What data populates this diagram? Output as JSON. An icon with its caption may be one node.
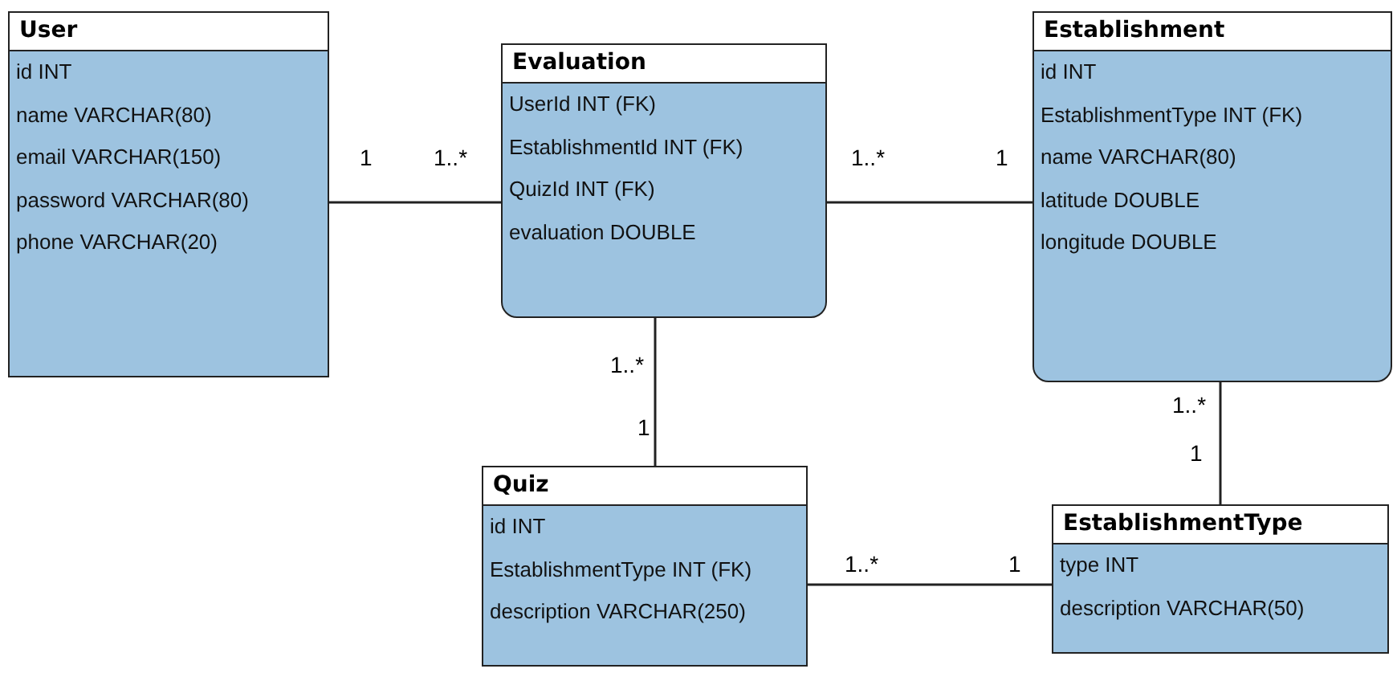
{
  "diagram": {
    "nodes": [
      {
        "text": [
          "User",
          "id INT",
          "name VARCHAR(80)",
          "email VARCHAR(150)",
          "password VARCHAR(80)",
          "phone VARCHAR(20)"
        ]
      },
      {
        "text": [
          "Evaluation",
          "UserId INT (FK)",
          "EstablishmentId INT (FK)",
          "QuizId INT (FK)",
          "evaluation DOUBLE"
        ]
      },
      {
        "text": [
          "Establishment",
          "id INT",
          "EstablishmentType INT (FK)",
          "name VARCHAR(80)",
          "latitude DOUBLE",
          "longitude DOUBLE"
        ]
      },
      {
        "text": [
          "Quiz",
          "id INT",
          "EstablishmentType INT (FK)",
          "description VARCHAR(250)"
        ]
      },
      {
        "text": [
          "EstablishmentType",
          "type INT",
          "description VARCHAR(50)"
        ]
      }
    ],
    "edges": [
      {
        "from": 0,
        "to": 1,
        "arrow": "none"
      },
      {
        "from": 1,
        "to": 2,
        "arrow": "none"
      },
      {
        "from": 1,
        "to": 3,
        "arrow": "none"
      },
      {
        "from": 2,
        "to": 4,
        "arrow": "none"
      },
      {
        "from": 3,
        "to": 4,
        "arrow": "none"
      }
    ],
    "labels": [
      "1",
      "1..*",
      "1..*",
      "1",
      "1..*",
      "1",
      "1..*",
      "1",
      "1..*",
      "1"
    ]
  }
}
